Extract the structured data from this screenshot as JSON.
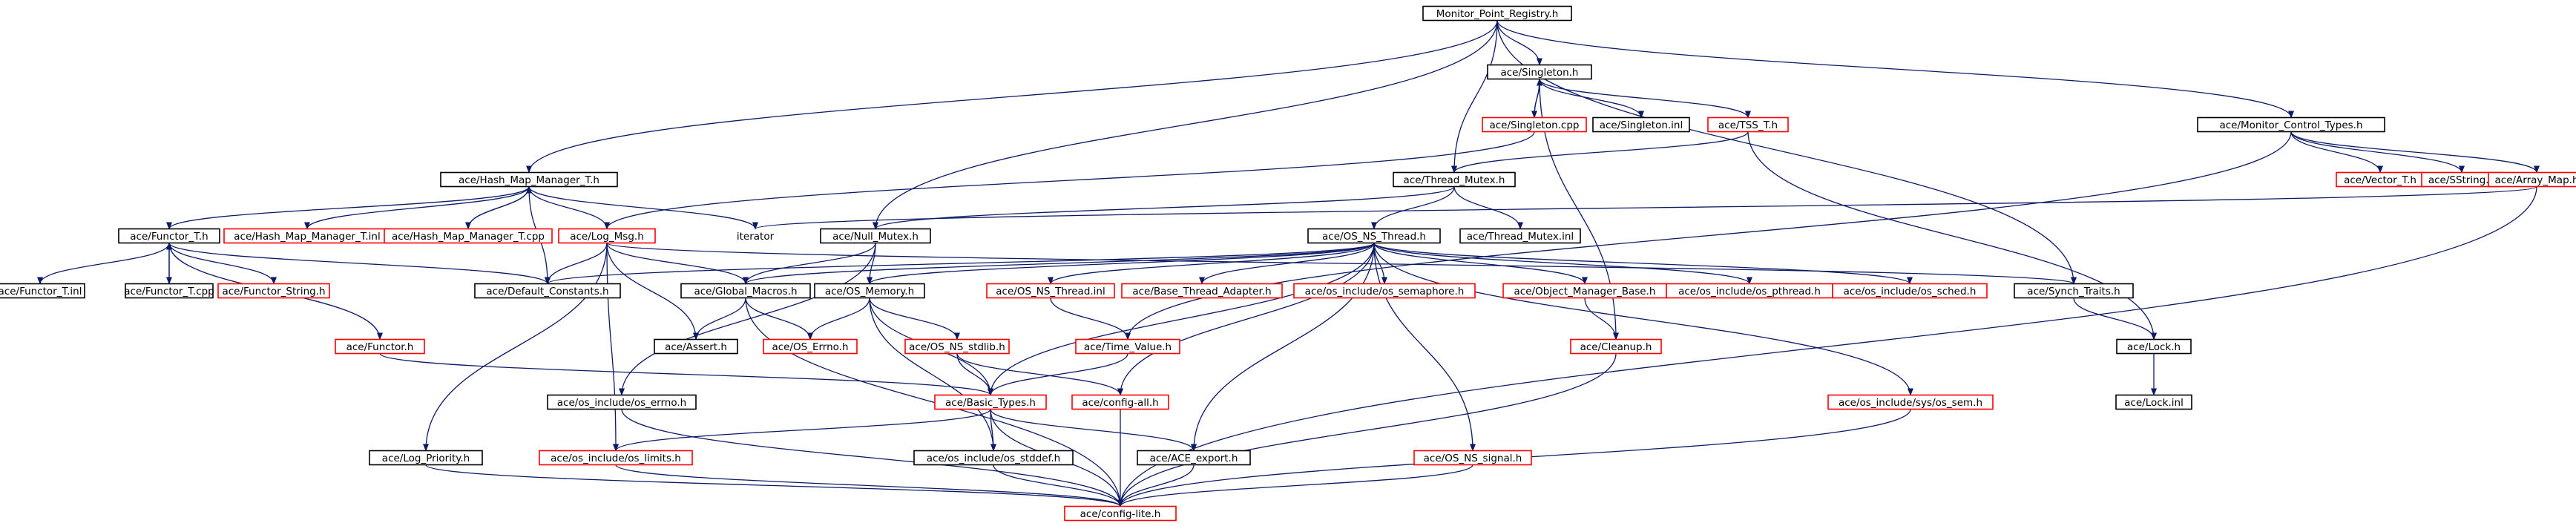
{
  "colors": {
    "root_fill": "#bfbfbf",
    "documented_border": "#000000",
    "undocumented_border": "#ff0000",
    "edge": "#0b1a66"
  },
  "nodes": [
    {
      "id": "root",
      "label": "Monitor_Point_Registry.h",
      "border": "black",
      "root": true
    },
    {
      "id": "singleton_h",
      "label": "ace/Singleton.h",
      "border": "black"
    },
    {
      "id": "monitor_control_types",
      "label": "ace/Monitor_Control_Types.h",
      "border": "black"
    },
    {
      "id": "singleton_cpp",
      "label": "ace/Singleton.cpp",
      "border": "red"
    },
    {
      "id": "singleton_inl",
      "label": "ace/Singleton.inl",
      "border": "black"
    },
    {
      "id": "tss_t",
      "label": "ace/TSS_T.h",
      "border": "red"
    },
    {
      "id": "vector_t",
      "label": "ace/Vector_T.h",
      "border": "red"
    },
    {
      "id": "sstring",
      "label": "ace/SString.h",
      "border": "red"
    },
    {
      "id": "array_map",
      "label": "ace/Array_Map.h",
      "border": "red"
    },
    {
      "id": "hash_map_manager_t",
      "label": "ace/Hash_Map_Manager_T.h",
      "border": "black"
    },
    {
      "id": "thread_mutex",
      "label": "ace/Thread_Mutex.h",
      "border": "black"
    },
    {
      "id": "functor_t",
      "label": "ace/Functor_T.h",
      "border": "black"
    },
    {
      "id": "hash_map_manager_t_inl",
      "label": "ace/Hash_Map_Manager_T.inl",
      "border": "red"
    },
    {
      "id": "hash_map_manager_t_cpp",
      "label": "ace/Hash_Map_Manager_T.cpp",
      "border": "red"
    },
    {
      "id": "log_msg",
      "label": "ace/Log_Msg.h",
      "border": "red"
    },
    {
      "id": "iterator",
      "label": "iterator",
      "border": "none"
    },
    {
      "id": "null_mutex",
      "label": "ace/Null_Mutex.h",
      "border": "black"
    },
    {
      "id": "os_ns_thread",
      "label": "ace/OS_NS_Thread.h",
      "border": "black"
    },
    {
      "id": "thread_mutex_inl",
      "label": "ace/Thread_Mutex.inl",
      "border": "black"
    },
    {
      "id": "functor_t_inl",
      "label": "ace/Functor_T.inl",
      "border": "black"
    },
    {
      "id": "functor_t_cpp",
      "label": "ace/Functor_T.cpp",
      "border": "black"
    },
    {
      "id": "functor_string",
      "label": "ace/Functor_String.h",
      "border": "red"
    },
    {
      "id": "default_constants",
      "label": "ace/Default_Constants.h",
      "border": "black"
    },
    {
      "id": "global_macros",
      "label": "ace/Global_Macros.h",
      "border": "black"
    },
    {
      "id": "os_memory",
      "label": "ace/OS_Memory.h",
      "border": "black"
    },
    {
      "id": "os_ns_thread_inl",
      "label": "ace/OS_NS_Thread.inl",
      "border": "red"
    },
    {
      "id": "base_thread_adapter",
      "label": "ace/Base_Thread_Adapter.h",
      "border": "red"
    },
    {
      "id": "os_semaphore",
      "label": "ace/os_include/os_semaphore.h",
      "border": "red"
    },
    {
      "id": "object_manager_base",
      "label": "ace/Object_Manager_Base.h",
      "border": "red"
    },
    {
      "id": "os_pthread",
      "label": "ace/os_include/os_pthread.h",
      "border": "red"
    },
    {
      "id": "os_sched",
      "label": "ace/os_include/os_sched.h",
      "border": "red"
    },
    {
      "id": "synch_traits",
      "label": "ace/Synch_Traits.h",
      "border": "black"
    },
    {
      "id": "functor_h",
      "label": "ace/Functor.h",
      "border": "red"
    },
    {
      "id": "assert_h",
      "label": "ace/Assert.h",
      "border": "black"
    },
    {
      "id": "os_errno",
      "label": "ace/OS_Errno.h",
      "border": "red"
    },
    {
      "id": "os_ns_stdlib",
      "label": "ace/OS_NS_stdlib.h",
      "border": "red"
    },
    {
      "id": "time_value",
      "label": "ace/Time_Value.h",
      "border": "red"
    },
    {
      "id": "cleanup",
      "label": "ace/Cleanup.h",
      "border": "red"
    },
    {
      "id": "lock_h",
      "label": "ace/Lock.h",
      "border": "black"
    },
    {
      "id": "os_include_os_errno",
      "label": "ace/os_include/os_errno.h",
      "border": "black"
    },
    {
      "id": "basic_types",
      "label": "ace/Basic_Types.h",
      "border": "red"
    },
    {
      "id": "config_all",
      "label": "ace/config-all.h",
      "border": "red"
    },
    {
      "id": "os_sem",
      "label": "ace/os_include/sys/os_sem.h",
      "border": "red"
    },
    {
      "id": "lock_inl",
      "label": "ace/Lock.inl",
      "border": "black"
    },
    {
      "id": "log_priority",
      "label": "ace/Log_Priority.h",
      "border": "black"
    },
    {
      "id": "os_limits",
      "label": "ace/os_include/os_limits.h",
      "border": "red"
    },
    {
      "id": "os_stddef",
      "label": "ace/os_include/os_stddef.h",
      "border": "black"
    },
    {
      "id": "ace_export",
      "label": "ace/ACE_export.h",
      "border": "black"
    },
    {
      "id": "os_ns_signal",
      "label": "ace/OS_NS_signal.h",
      "border": "red"
    },
    {
      "id": "config_lite",
      "label": "ace/config-lite.h",
      "border": "red"
    }
  ],
  "edges": [
    [
      "root",
      "singleton_h"
    ],
    [
      "root",
      "monitor_control_types"
    ],
    [
      "root",
      "hash_map_manager_t"
    ],
    [
      "root",
      "thread_mutex"
    ],
    [
      "root",
      "null_mutex"
    ],
    [
      "root",
      "synch_traits"
    ],
    [
      "singleton_h",
      "singleton_cpp"
    ],
    [
      "singleton_cpp",
      "singleton_h"
    ],
    [
      "singleton_h",
      "singleton_inl"
    ],
    [
      "singleton_h",
      "tss_t"
    ],
    [
      "singleton_h",
      "cleanup"
    ],
    [
      "singleton_cpp",
      "log_msg"
    ],
    [
      "tss_t",
      "thread_mutex"
    ],
    [
      "tss_t",
      "lock_h"
    ],
    [
      "monitor_control_types",
      "vector_t"
    ],
    [
      "monitor_control_types",
      "sstring"
    ],
    [
      "monitor_control_types",
      "array_map"
    ],
    [
      "monitor_control_types",
      "time_value"
    ],
    [
      "array_map",
      "iterator"
    ],
    [
      "array_map",
      "config_lite"
    ],
    [
      "hash_map_manager_t",
      "functor_t"
    ],
    [
      "hash_map_manager_t",
      "hash_map_manager_t_inl"
    ],
    [
      "hash_map_manager_t",
      "hash_map_manager_t_cpp"
    ],
    [
      "hash_map_manager_t_cpp",
      "hash_map_manager_t"
    ],
    [
      "hash_map_manager_t",
      "log_msg"
    ],
    [
      "hash_map_manager_t",
      "iterator"
    ],
    [
      "hash_map_manager_t",
      "default_constants"
    ],
    [
      "thread_mutex",
      "os_ns_thread"
    ],
    [
      "thread_mutex",
      "thread_mutex_inl"
    ],
    [
      "thread_mutex",
      "null_mutex"
    ],
    [
      "functor_t",
      "functor_t_inl"
    ],
    [
      "functor_t",
      "functor_t_cpp"
    ],
    [
      "functor_t_cpp",
      "functor_t"
    ],
    [
      "functor_t",
      "functor_string"
    ],
    [
      "functor_t",
      "functor_h"
    ],
    [
      "functor_t",
      "default_constants"
    ],
    [
      "log_msg",
      "default_constants"
    ],
    [
      "log_msg",
      "global_macros"
    ],
    [
      "log_msg",
      "assert_h"
    ],
    [
      "log_msg",
      "log_priority"
    ],
    [
      "log_msg",
      "os_limits"
    ],
    [
      "log_msg",
      "synch_traits"
    ],
    [
      "null_mutex",
      "global_macros"
    ],
    [
      "null_mutex",
      "os_memory"
    ],
    [
      "null_mutex",
      "os_include_os_errno"
    ],
    [
      "os_ns_thread",
      "default_constants"
    ],
    [
      "os_ns_thread",
      "global_macros"
    ],
    [
      "os_ns_thread",
      "os_memory"
    ],
    [
      "os_ns_thread",
      "os_ns_thread_inl"
    ],
    [
      "os_ns_thread",
      "base_thread_adapter"
    ],
    [
      "os_ns_thread",
      "os_semaphore"
    ],
    [
      "os_ns_thread",
      "object_manager_base"
    ],
    [
      "os_ns_thread",
      "os_pthread"
    ],
    [
      "os_ns_thread",
      "os_sched"
    ],
    [
      "os_ns_thread",
      "basic_types"
    ],
    [
      "os_ns_thread",
      "config_all"
    ],
    [
      "os_ns_thread",
      "os_sem"
    ],
    [
      "os_ns_thread",
      "ace_export"
    ],
    [
      "os_ns_thread",
      "os_ns_signal"
    ],
    [
      "global_macros",
      "assert_h"
    ],
    [
      "global_macros",
      "os_errno"
    ],
    [
      "global_macros",
      "config_lite"
    ],
    [
      "os_memory",
      "os_errno"
    ],
    [
      "os_memory",
      "os_ns_stdlib"
    ],
    [
      "os_memory",
      "basic_types"
    ],
    [
      "os_memory",
      "os_stddef"
    ],
    [
      "os_ns_stdlib",
      "basic_types"
    ],
    [
      "os_ns_stdlib",
      "config_all"
    ],
    [
      "os_ns_thread_inl",
      "time_value"
    ],
    [
      "time_value",
      "basic_types"
    ],
    [
      "object_manager_base",
      "cleanup"
    ],
    [
      "cleanup",
      "config_lite"
    ],
    [
      "synch_traits",
      "lock_h"
    ],
    [
      "lock_h",
      "lock_inl"
    ],
    [
      "functor_h",
      "basic_types"
    ],
    [
      "os_include_os_errno",
      "config_lite"
    ],
    [
      "basic_types",
      "os_limits"
    ],
    [
      "basic_types",
      "os_stddef"
    ],
    [
      "basic_types",
      "ace_export"
    ],
    [
      "basic_types",
      "config_lite"
    ],
    [
      "config_all",
      "config_lite"
    ],
    [
      "os_sem",
      "config_lite"
    ],
    [
      "log_priority",
      "config_lite"
    ],
    [
      "os_limits",
      "config_lite"
    ],
    [
      "os_stddef",
      "config_lite"
    ],
    [
      "ace_export",
      "config_lite"
    ],
    [
      "os_ns_signal",
      "config_lite"
    ]
  ]
}
